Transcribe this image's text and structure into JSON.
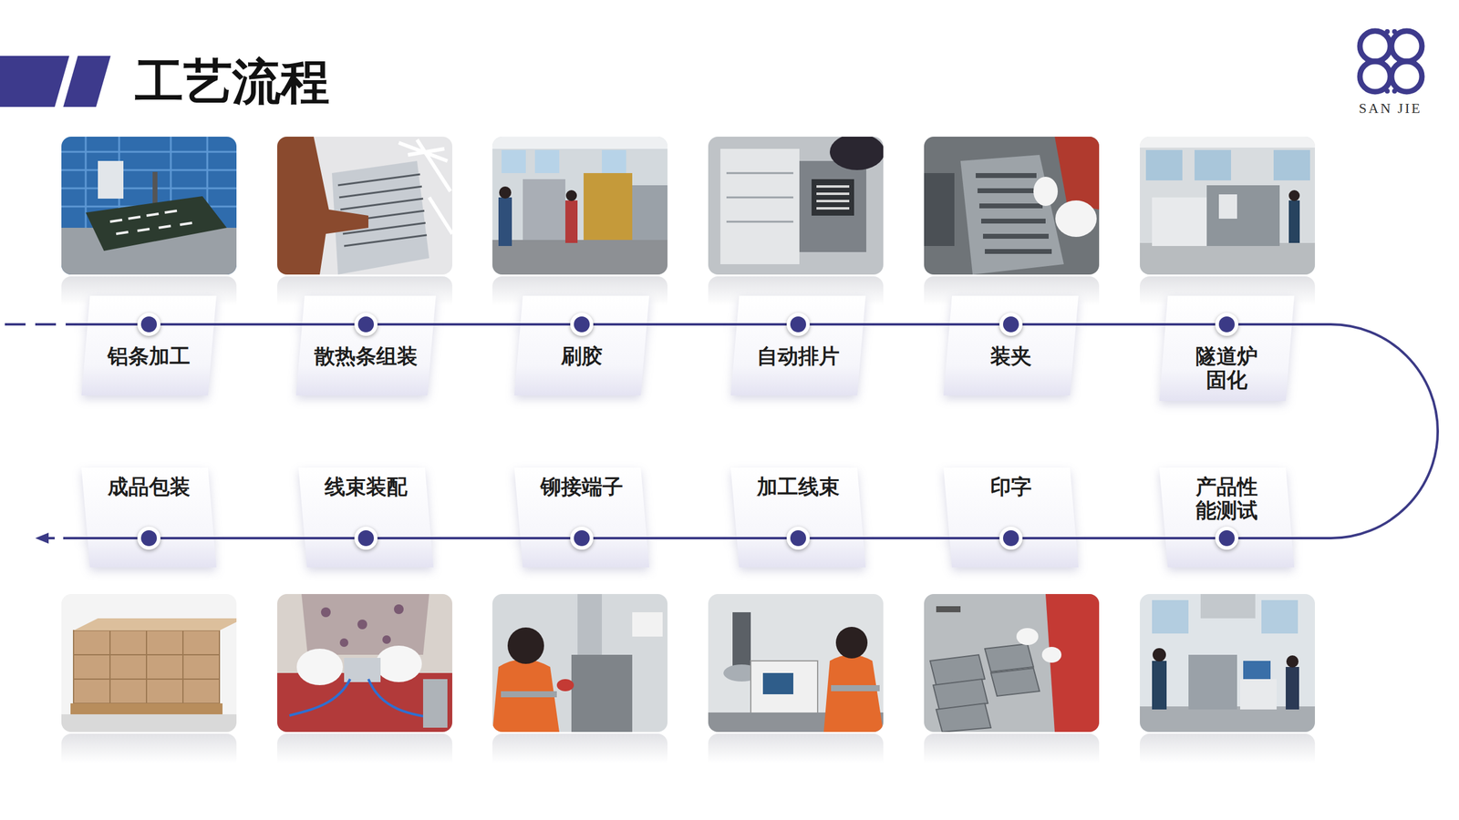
{
  "diagram": {
    "title": "工艺流程",
    "nodes": [
      {
        "text": [
          "铝条加工"
        ]
      },
      {
        "text": [
          "散热条组装"
        ]
      },
      {
        "text": [
          "刷胶"
        ]
      },
      {
        "text": [
          "自动排片"
        ]
      },
      {
        "text": [
          "装夹"
        ]
      },
      {
        "text": [
          "隧道炉固化"
        ]
      },
      {
        "text": [
          "产品性能测试"
        ]
      },
      {
        "text": [
          "印字"
        ]
      },
      {
        "text": [
          "加工线束"
        ]
      },
      {
        "text": [
          "铆接端子"
        ]
      },
      {
        "text": [
          "线束装配"
        ]
      },
      {
        "text": [
          "成品包装"
        ]
      }
    ],
    "edges": [
      {
        "from": 0,
        "to": 1,
        "arrow": "none"
      },
      {
        "from": 1,
        "to": 2,
        "arrow": "none"
      },
      {
        "from": 2,
        "to": 3,
        "arrow": "none"
      },
      {
        "from": 3,
        "to": 4,
        "arrow": "none"
      },
      {
        "from": 4,
        "to": 5,
        "arrow": "none"
      },
      {
        "from": 5,
        "to": 6,
        "arrow": "none"
      },
      {
        "from": 6,
        "to": 7,
        "arrow": "none"
      },
      {
        "from": 7,
        "to": 8,
        "arrow": "none"
      },
      {
        "from": 8,
        "to": 9,
        "arrow": "none"
      },
      {
        "from": 9,
        "to": 10,
        "arrow": "none"
      },
      {
        "from": 10,
        "to": 11,
        "arrow": "none"
      }
    ],
    "labels": [
      "SAN JIE"
    ]
  }
}
